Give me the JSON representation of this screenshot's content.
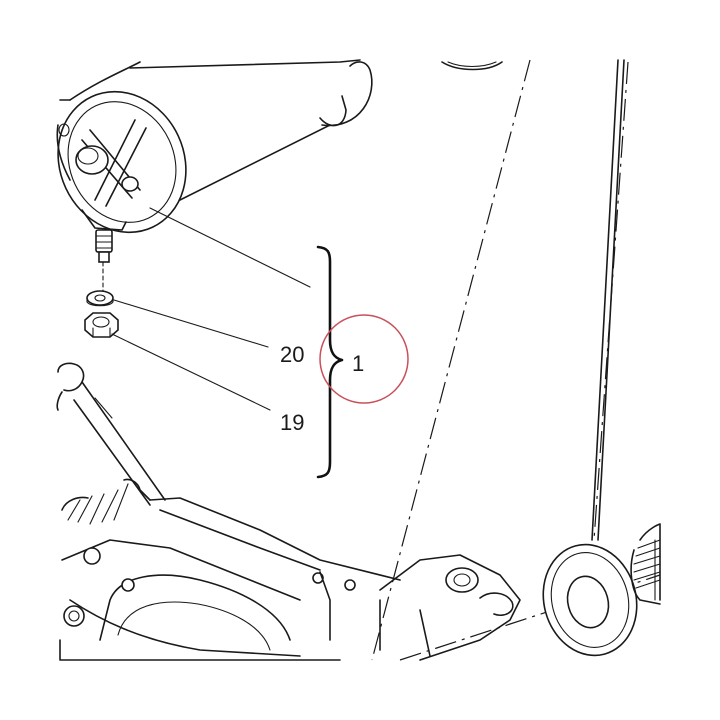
{
  "callouts": {
    "item_20": "20",
    "item_19": "19",
    "item_1": "1"
  },
  "highlight_color": "#c8505a"
}
